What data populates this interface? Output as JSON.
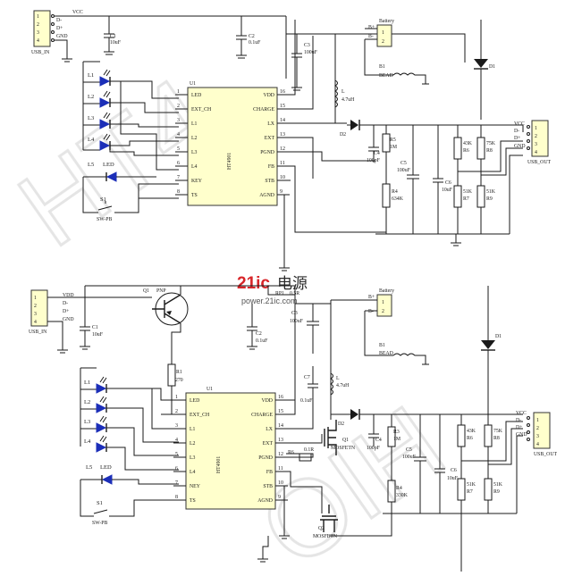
{
  "watermark": {
    "brand": "21ic",
    "brand_cn": "电源",
    "url": "power.21ic.com",
    "top_text": "HT4",
    "bottom_text": "OIH"
  },
  "ic": {
    "name": "HT4901",
    "ref": "U1",
    "left_pins": [
      {
        "num": "1",
        "name": "LED"
      },
      {
        "num": "2",
        "name": "EXT_CH"
      },
      {
        "num": "3",
        "name": "L1"
      },
      {
        "num": "4",
        "name": "L2"
      },
      {
        "num": "5",
        "name": "L3"
      },
      {
        "num": "6",
        "name": "L4"
      },
      {
        "num": "7",
        "name": "KEY"
      },
      {
        "num": "8",
        "name": "TS"
      }
    ],
    "right_pins": [
      {
        "num": "16",
        "name": "VDD"
      },
      {
        "num": "15",
        "name": "CHARGE"
      },
      {
        "num": "14",
        "name": "LX"
      },
      {
        "num": "13",
        "name": "EXT"
      },
      {
        "num": "12",
        "name": "PGND"
      },
      {
        "num": "11",
        "name": "FB"
      },
      {
        "num": "10",
        "name": "STB"
      },
      {
        "num": "9",
        "name": "AGND"
      }
    ]
  },
  "ic2": {
    "left_pins": [
      {
        "num": "1",
        "name": "LED"
      },
      {
        "num": "2",
        "name": "EXT_CH"
      },
      {
        "num": "3",
        "name": "L1"
      },
      {
        "num": "4",
        "name": "L2"
      },
      {
        "num": "5",
        "name": "L3"
      },
      {
        "num": "6",
        "name": "L4"
      },
      {
        "num": "7",
        "name": "NEY"
      },
      {
        "num": "8",
        "name": "TS"
      }
    ]
  },
  "usb_in": {
    "label": "USB_IN",
    "pins": [
      "1",
      "2",
      "3",
      "4"
    ],
    "signals": [
      "VCC",
      "D-",
      "D+",
      "GND"
    ],
    "signals2": [
      "VDD",
      "D-",
      "D+",
      "GND"
    ]
  },
  "usb_out": {
    "label": "USB_OUT",
    "pins": [
      "1",
      "2",
      "3",
      "4"
    ],
    "signals": [
      "VCC",
      "D-",
      "D+",
      "GND"
    ]
  },
  "battery": {
    "label": "Battery",
    "pins": [
      "1",
      "2"
    ],
    "plus": "B+",
    "minus": "B-"
  },
  "top": {
    "c1": {
      "ref": "C1",
      "val": "10uF"
    },
    "c2": {
      "ref": "C2",
      "val": "0.1uF"
    },
    "c3": {
      "ref": "C3",
      "val": "100uF"
    },
    "bead": {
      "ref": "B1",
      "val": "BEAD"
    },
    "ind": {
      "ref": "L",
      "val": "4.7uH"
    },
    "d1": "D1",
    "d2": "D2",
    "c4": {
      "ref": "C4",
      "val": "100pF"
    },
    "r5": {
      "ref": "R5",
      "val": "1M"
    },
    "c5": {
      "ref": "C5",
      "val": "100uF"
    },
    "c6": {
      "ref": "C6",
      "val": "10uF"
    },
    "r4": {
      "ref": "R4",
      "val": "634K"
    },
    "r6": {
      "ref": "R6",
      "val": "43K"
    },
    "r8": {
      "ref": "R8",
      "val": "75K"
    },
    "r7": {
      "ref": "R7",
      "val": "51K"
    },
    "r9": {
      "ref": "R9",
      "val": "51K"
    },
    "leds": [
      "L1",
      "L2",
      "L3",
      "L4"
    ],
    "led5": {
      "ref": "L5",
      "val": "LED"
    },
    "sw": {
      "ref": "S1",
      "val": "SW-PB"
    }
  },
  "bot": {
    "q1": {
      "ref": "Q1",
      "val": "PNP"
    },
    "r1": {
      "ref": "R1",
      "val": "270"
    },
    "rp": {
      "ref": "RP1",
      "val": "0.5R"
    },
    "c1": {
      "ref": "C1",
      "val": "10uF"
    },
    "c2": {
      "ref": "C2",
      "val": "0.1uF"
    },
    "c3": {
      "ref": "C3",
      "val": "100uF"
    },
    "c7": {
      "ref": "C7",
      "val": "0.1uF"
    },
    "ind": {
      "ref": "L",
      "val": "4.7uH"
    },
    "bead": {
      "ref": "B1",
      "val": "BEAD"
    },
    "d1": "D1",
    "d2": "D2",
    "r6s": {
      "ref": "R6",
      "val": "0.1R"
    },
    "qm1": {
      "ref": "Q1",
      "val": "MOSFETN"
    },
    "qm2": {
      "ref": "Q2",
      "val": "MOSFETN"
    },
    "c4": {
      "ref": "C4",
      "val": "100pF"
    },
    "r3": {
      "ref": "R3",
      "val": "1M"
    },
    "c5": {
      "ref": "C5",
      "val": "100uF"
    },
    "c6": {
      "ref": "C6",
      "val": "10uF"
    },
    "r4": {
      "ref": "R4",
      "val": "330K"
    },
    "r6": {
      "ref": "R6",
      "val": "43K"
    },
    "r8": {
      "ref": "R8",
      "val": "75K"
    },
    "r7": {
      "ref": "R7",
      "val": "51K"
    },
    "r9": {
      "ref": "R9",
      "val": "51K"
    },
    "leds": [
      "L1",
      "L2",
      "L3",
      "L4"
    ],
    "led5": {
      "ref": "L5",
      "val": "LED"
    },
    "sw": {
      "ref": "S1",
      "val": "SW-PB"
    }
  }
}
